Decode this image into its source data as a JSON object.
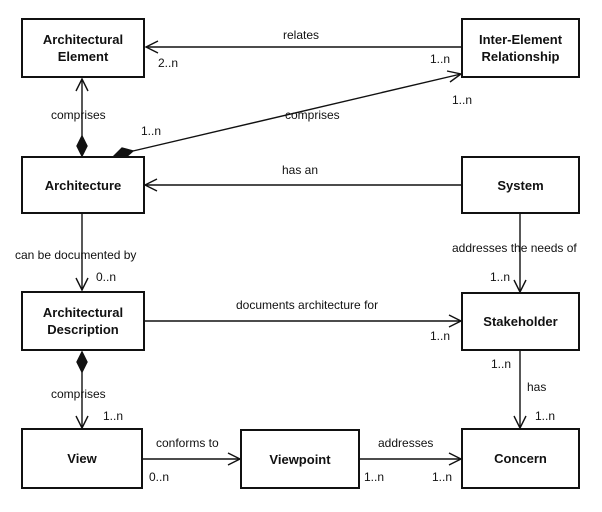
{
  "nodes": {
    "architectural_element": "Architectural Element",
    "inter_element_relationship": "Inter-Element Relationship",
    "architecture": "Architecture",
    "system": "System",
    "architectural_description": "Architectural Description",
    "stakeholder": "Stakeholder",
    "view": "View",
    "viewpoint": "Viewpoint",
    "concern": "Concern"
  },
  "edges": {
    "relates": {
      "label": "relates",
      "mult_target": "2..n",
      "mult_source": "1..n"
    },
    "comprises_element": {
      "label": "comprises"
    },
    "comprises_relationship": {
      "label": "comprises",
      "mult_source": "1..n",
      "mult_target": "1..n"
    },
    "has_an": {
      "label": "has an"
    },
    "documented_by": {
      "label": "can be documented by",
      "mult_target": "0..n"
    },
    "addresses_needs": {
      "label": "addresses  the needs of",
      "mult_target": "1..n"
    },
    "documents_for": {
      "label": "documents architecture for",
      "mult_target": "1..n"
    },
    "has": {
      "label": "has",
      "mult_source": "1..n",
      "mult_target": "1..n"
    },
    "comprises_view": {
      "label": "comprises",
      "mult_target": "1..n"
    },
    "conforms_to": {
      "label": "conforms to",
      "mult_source": "0..n"
    },
    "addresses": {
      "label": "addresses",
      "mult_source": "1..n",
      "mult_target": "1..n"
    }
  }
}
